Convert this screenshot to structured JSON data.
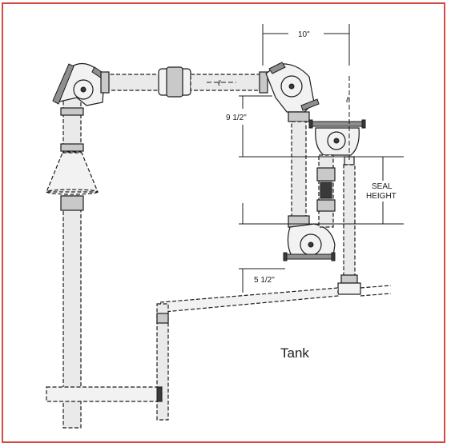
{
  "dimensions": {
    "top_width": "10\"",
    "upper_drop": "9 1/2\"",
    "seal_height": [
      "SEAL",
      "HEIGHT"
    ],
    "lower_offset": "5 1/2\""
  },
  "tank_label": "Tank",
  "colors": {
    "frame_border": "#d24a43",
    "line": "#1c1c1c"
  }
}
